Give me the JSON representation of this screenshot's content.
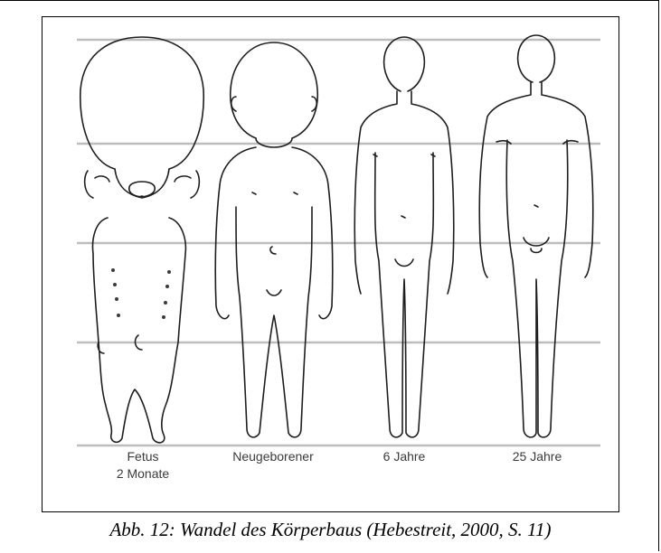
{
  "figure": {
    "labels": {
      "fetus_line1": "Fetus",
      "fetus_line2": "2 Monate",
      "newborn": "Neugeborener",
      "child": "6 Jahre",
      "adult": "25 Jahre"
    },
    "caption": "Abb. 12: Wandel des Körperbaus (Hebestreit, 2000, S. 11)"
  }
}
